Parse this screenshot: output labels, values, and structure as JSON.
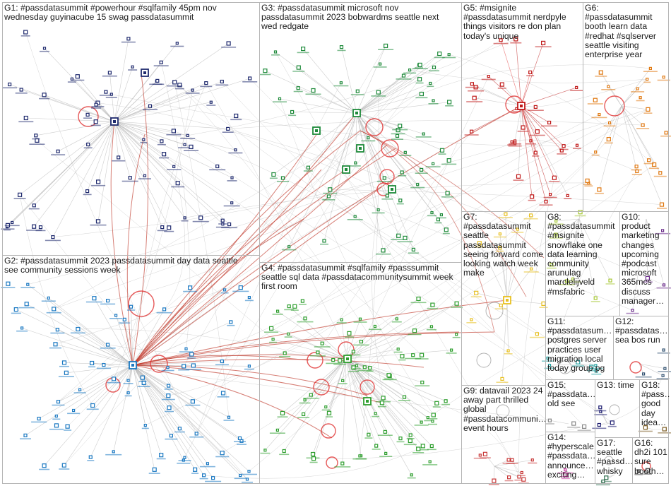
{
  "title": "",
  "colors": {
    "edge": "#b8b8b8",
    "edge_highlight": "#c0392b",
    "self_loop": "#e03030",
    "panel_border": "#b5b5b5",
    "groups": {
      "G1": "#1f2a6e",
      "G2": "#1a78c2",
      "G3": "#1e8a3a",
      "G4": "#2e9e2e",
      "G5": "#c01818",
      "G6": "#e07810",
      "G7": "#e8c020",
      "G8": "#a8c838",
      "G9": "#c83838",
      "G10": "#6a2a8a",
      "G11": "#20a0a0",
      "G12": "#305070",
      "G13": "#1a1a6e",
      "G14": "#c838a0",
      "G15": "#888888",
      "G16": "#404040",
      "G17": "#2a6a4a",
      "G18": "#7a5a20"
    }
  },
  "groups": [
    {
      "id": "G1",
      "label": "G1: #passdatasummit #powerhour #sqlfamily 45pm nov\nwednesday guyinacube 15 swag passdatasummit"
    },
    {
      "id": "G2",
      "label": "G2: #passdatasummit 2023 passdatasummit day data seattle\nsee community sessions week"
    },
    {
      "id": "G3",
      "label": "G3: #passdatasummit microsoft nov\npassdatasummit 2023 bobwardms seattle next\nwed redgate"
    },
    {
      "id": "G4",
      "label": "G4: #passdatasummit #sqlfamily #passsummit\nseattle sql data #passdatacommunitysummit week\nfirst room"
    },
    {
      "id": "G5",
      "label": "G5: #msignite\n#passdatasummit nerdpyle\nthings visitors re don plan\ntoday's unique"
    },
    {
      "id": "G6",
      "label": "G6: #passdatasummit\nbooth learn data\n#redhat #sqlserver\nseattle visiting\nenterprise year"
    },
    {
      "id": "G7",
      "label": "G7:\n#passdatasummit\nseattle\npassdatasummit\nseeing forward come\nlooking watch week\nmake"
    },
    {
      "id": "G8",
      "label": "G8:\n#passdatasummit\n#msignite\nsnowflake one\ndata learning\ncommunity\narunulag\nmarclelijveld\n#msfabric"
    },
    {
      "id": "G9",
      "label": "G9: datavail 2023 24\naway part thrilled\nglobal\n#passdatacommuni…\nevent hours"
    },
    {
      "id": "G10",
      "label": "G10:\nproduct\nmarketing\nchanges\nupcoming\n#podcast\nmicrosoft\n365mcs\ndiscuss\nmanager…"
    },
    {
      "id": "G11",
      "label": "G11:\n#passdatasum…\npostgres server\npractices user\nmigration local\ntoday group pg"
    },
    {
      "id": "G12",
      "label": "G12:\n#passdatas…\nsea bos run"
    },
    {
      "id": "G13",
      "label": "G13: time"
    },
    {
      "id": "G14",
      "label": "G14:\n#hyperscale\n#passdata…\nannounce…\nexciting…"
    },
    {
      "id": "G15",
      "label": "G15:\n#passdata…\nold see"
    },
    {
      "id": "G16",
      "label": "G16:\ndh2i 101\nsure\nbooth…"
    },
    {
      "id": "G17",
      "label": "G17:\nseattle\n#passd…\nwhisky"
    },
    {
      "id": "G18",
      "label": "G18:\n#pass…\ngood\nday\nidea…"
    }
  ]
}
